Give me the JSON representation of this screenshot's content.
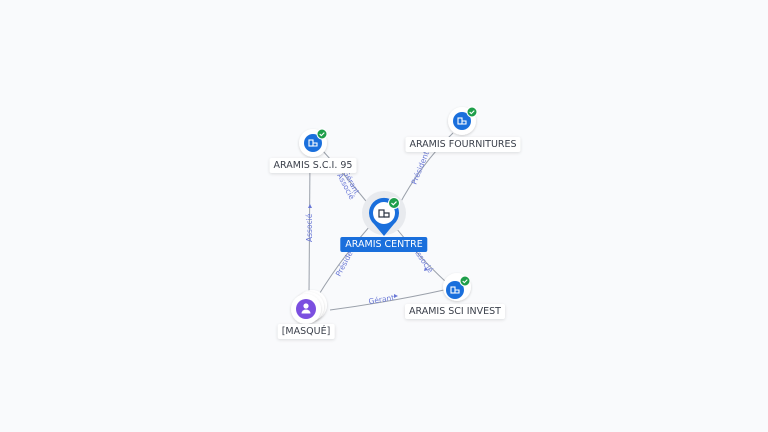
{
  "nodes": {
    "center": {
      "label": "ARAMIS CENTRE",
      "icon": "building-icon",
      "verified": true
    },
    "sci95": {
      "label": "ARAMIS S.C.I. 95",
      "icon": "building-icon",
      "verified": true
    },
    "fournitures": {
      "label": "ARAMIS FOURNITURES",
      "icon": "building-icon",
      "verified": true
    },
    "invest": {
      "label": "ARAMIS SCI INVEST",
      "icon": "building-icon",
      "verified": true
    },
    "person": {
      "label": "[MASQUÉ]",
      "icon": "person-icon",
      "verified": false
    }
  },
  "edges": {
    "sci95_center_a": "Gérant",
    "sci95_center_b": "Associé",
    "fournitures_center": "Président",
    "center_invest": "Associé",
    "person_center": "Président",
    "person_invest": "Gérant",
    "person_sci95": "Associé"
  },
  "colors": {
    "company": "#1a6fdc",
    "person": "#7b4fe0",
    "check": "#1e9e4a",
    "edge": "#9aa0aa",
    "edge_label": "#6a78d6"
  }
}
